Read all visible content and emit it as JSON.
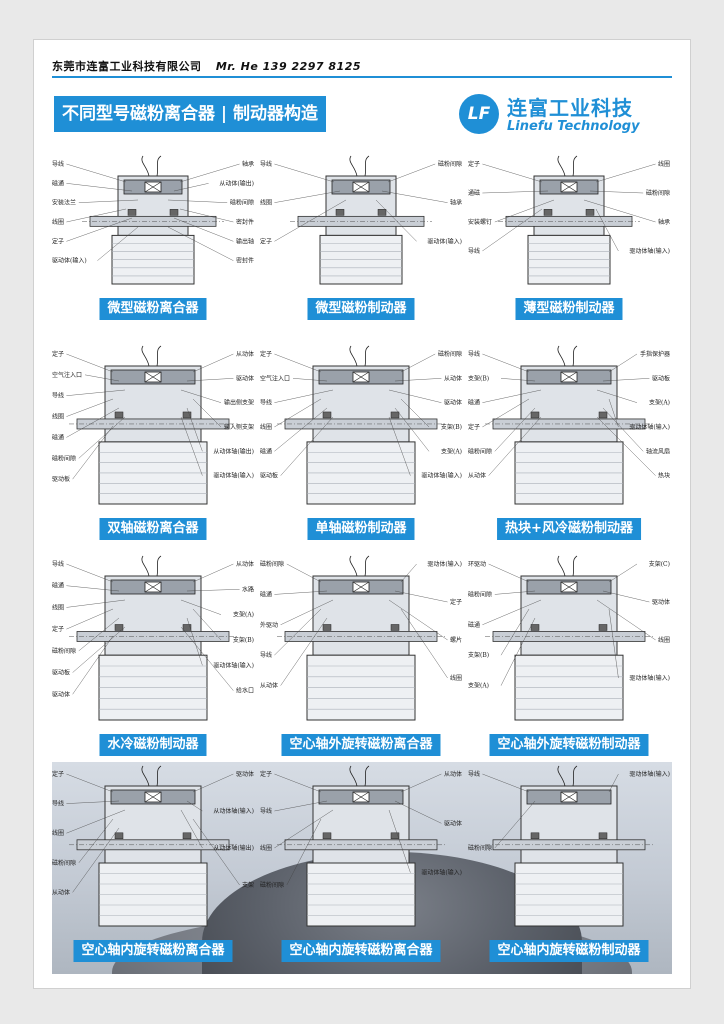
{
  "header": {
    "company": "东莞市连富工业科技有限公司",
    "contact": "Mr. He 139 2297 8125"
  },
  "title": "不同型号磁粉离合器 | 制动器构造图",
  "logo": {
    "mark": "LF",
    "name_cn": "连富工业科技",
    "name_en": "Linefu Technology"
  },
  "diagrams": [
    {
      "caption": "微型磁粉离合器",
      "labels": [
        "导线",
        "磁通",
        "安装法兰",
        "线圈",
        "定子",
        "驱动体(输入)",
        "轴承",
        "从动体(输出)",
        "磁粉间隙",
        "密封件",
        "输出轴",
        "密封件"
      ]
    },
    {
      "caption": "微型磁粉制动器",
      "labels": [
        "导线",
        "线圈",
        "定子",
        "磁粉间隙",
        "轴承",
        "驱动体(输入)"
      ]
    },
    {
      "caption": "薄型磁粉制动器",
      "labels": [
        "定子",
        "通磁",
        "安装螺钉",
        "导线",
        "线圈",
        "磁粉间隙",
        "轴承",
        "驱动体轴(输入)"
      ]
    },
    {
      "caption": "双轴磁粉离合器",
      "labels": [
        "定子",
        "空气注入口",
        "导线",
        "线圈",
        "磁通",
        "磁粉间隙",
        "驱动板",
        "从动体",
        "驱动体",
        "输出侧支架",
        "输入侧支架",
        "从动体轴(输出)",
        "驱动体轴(输入)"
      ]
    },
    {
      "caption": "单轴磁粉制动器",
      "labels": [
        "定子",
        "空气注入口",
        "导线",
        "线圈",
        "磁通",
        "驱动板",
        "磁粉间隙",
        "从动体",
        "驱动体",
        "支架(B)",
        "支架(A)",
        "驱动体轴(输入)"
      ]
    },
    {
      "caption": "热块+风冷磁粉制动器",
      "labels": [
        "导线",
        "支架(B)",
        "磁通",
        "定子",
        "磁粉间隙",
        "从动体",
        "手指保护器",
        "驱动板",
        "支架(A)",
        "驱动体轴(输入)",
        "轴流风扇",
        "热块"
      ]
    },
    {
      "caption": "水冷磁粉制动器",
      "labels": [
        "导线",
        "磁通",
        "线圈",
        "定子",
        "磁粉间隙",
        "驱动板",
        "驱动体",
        "从动体",
        "水路",
        "支架(A)",
        "支架(B)",
        "驱动体轴(输入)",
        "给水口"
      ]
    },
    {
      "caption": "空心轴外旋转磁粉离合器",
      "labels": [
        "磁粉间隙",
        "磁通",
        "外驱动",
        "导线",
        "从动体",
        "驱动体(输入)",
        "定子",
        "螺片",
        "线圈"
      ]
    },
    {
      "caption": "空心轴外旋转磁粉制动器",
      "labels": [
        "环驱动",
        "磁粉间隙",
        "磁通",
        "支架(B)",
        "支架(A)",
        "支架(C)",
        "驱动体",
        "线圈",
        "驱动体轴(输入)"
      ]
    },
    {
      "caption": "空心轴内旋转磁粉离合器",
      "labels": [
        "定子",
        "导线",
        "线圈",
        "磁粉间隙",
        "从动体",
        "驱动体",
        "从动体轴(输入)",
        "从动体轴(输出)",
        "支架"
      ]
    },
    {
      "caption": "空心轴内旋转磁粉离合器",
      "labels": [
        "定子",
        "导线",
        "线圈",
        "磁粉间隙",
        "从动体",
        "驱动体",
        "驱动体轴(输入)"
      ]
    },
    {
      "caption": "空心轴内旋转磁粉制动器",
      "labels": [
        "导线",
        "磁粉间隙",
        "驱动体轴(输入)"
      ]
    }
  ],
  "colors": {
    "brand": "#1f8fd6"
  }
}
